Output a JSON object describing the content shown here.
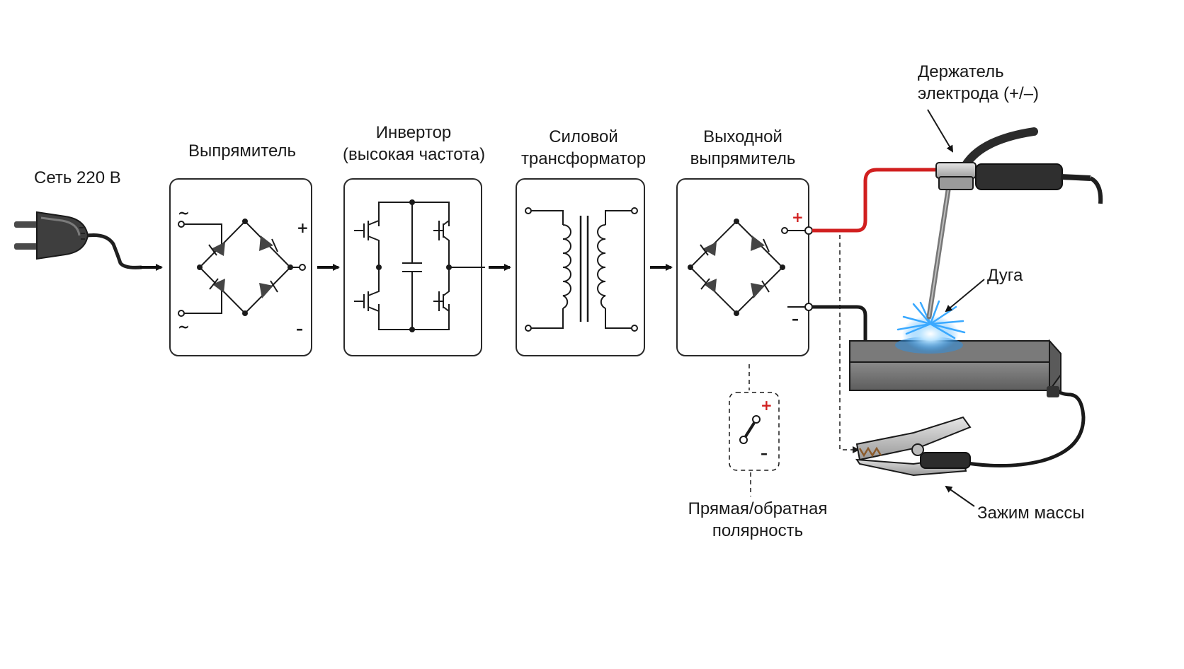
{
  "labels": {
    "mains": "Сеть 220 В",
    "rectifier": "Выпрямитель",
    "inverter": [
      "Инвертор",
      "(высокая частота)"
    ],
    "transformer": [
      "Силовой",
      "трансформатор"
    ],
    "output_rectifier": [
      "Выходной",
      "выпрямитель"
    ],
    "holder": [
      "Держатель",
      "электрода (+/–)"
    ],
    "arc": "Дуга",
    "clamp": "Зажим массы",
    "polarity": [
      "Прямая/обратная",
      "полярность"
    ]
  },
  "symbols": {
    "ac": "~",
    "plus": "+",
    "minus": "–"
  },
  "colors": {
    "positive_cable": "#d11f1f",
    "negative_cable": "#1a1a1a",
    "block_border": "#2a2a2a",
    "block_fill": "#ffffff",
    "workpiece": "#6e6e6e",
    "arc_glow": "#3aa9ff"
  }
}
